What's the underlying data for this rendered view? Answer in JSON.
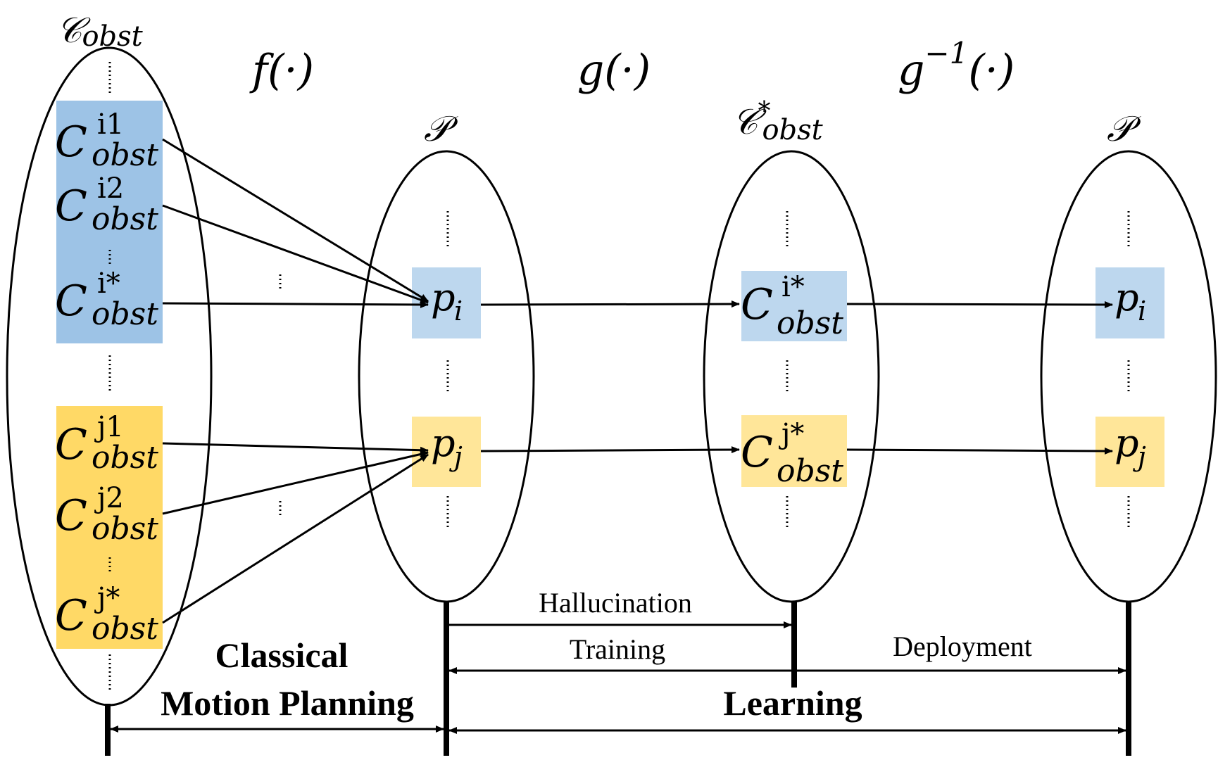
{
  "functions": {
    "f": "f(·)",
    "g": "g(·)",
    "g_inv_base": "g",
    "g_inv_sup": "−1",
    "g_inv_tail": "(·)"
  },
  "sets": {
    "c_obst_symbol": "𝒞",
    "c_obst_sub": "obst",
    "p_symbol": "𝒫",
    "c_star_symbol": "𝒞",
    "c_star_sup": "*",
    "c_star_sub": "obst"
  },
  "elements": {
    "C": "C",
    "obst": "obst",
    "i1": "i1",
    "i2": "i2",
    "istar": "i*",
    "j1": "j1",
    "j2": "j2",
    "jstar": "j*",
    "p": "p",
    "i": "i",
    "j": "j",
    "vdots": "⋮"
  },
  "labels": {
    "hallucination": "Hallucination",
    "training": "Training",
    "deployment": "Deployment",
    "classical_line1": "Classical",
    "classical_line2": "Motion Planning",
    "learning": "Learning"
  },
  "colors": {
    "blue_dark": "#9dc3e6",
    "blue_light": "#bdd7ee",
    "yellow_dark": "#ffd966",
    "yellow_light": "#ffe699"
  }
}
